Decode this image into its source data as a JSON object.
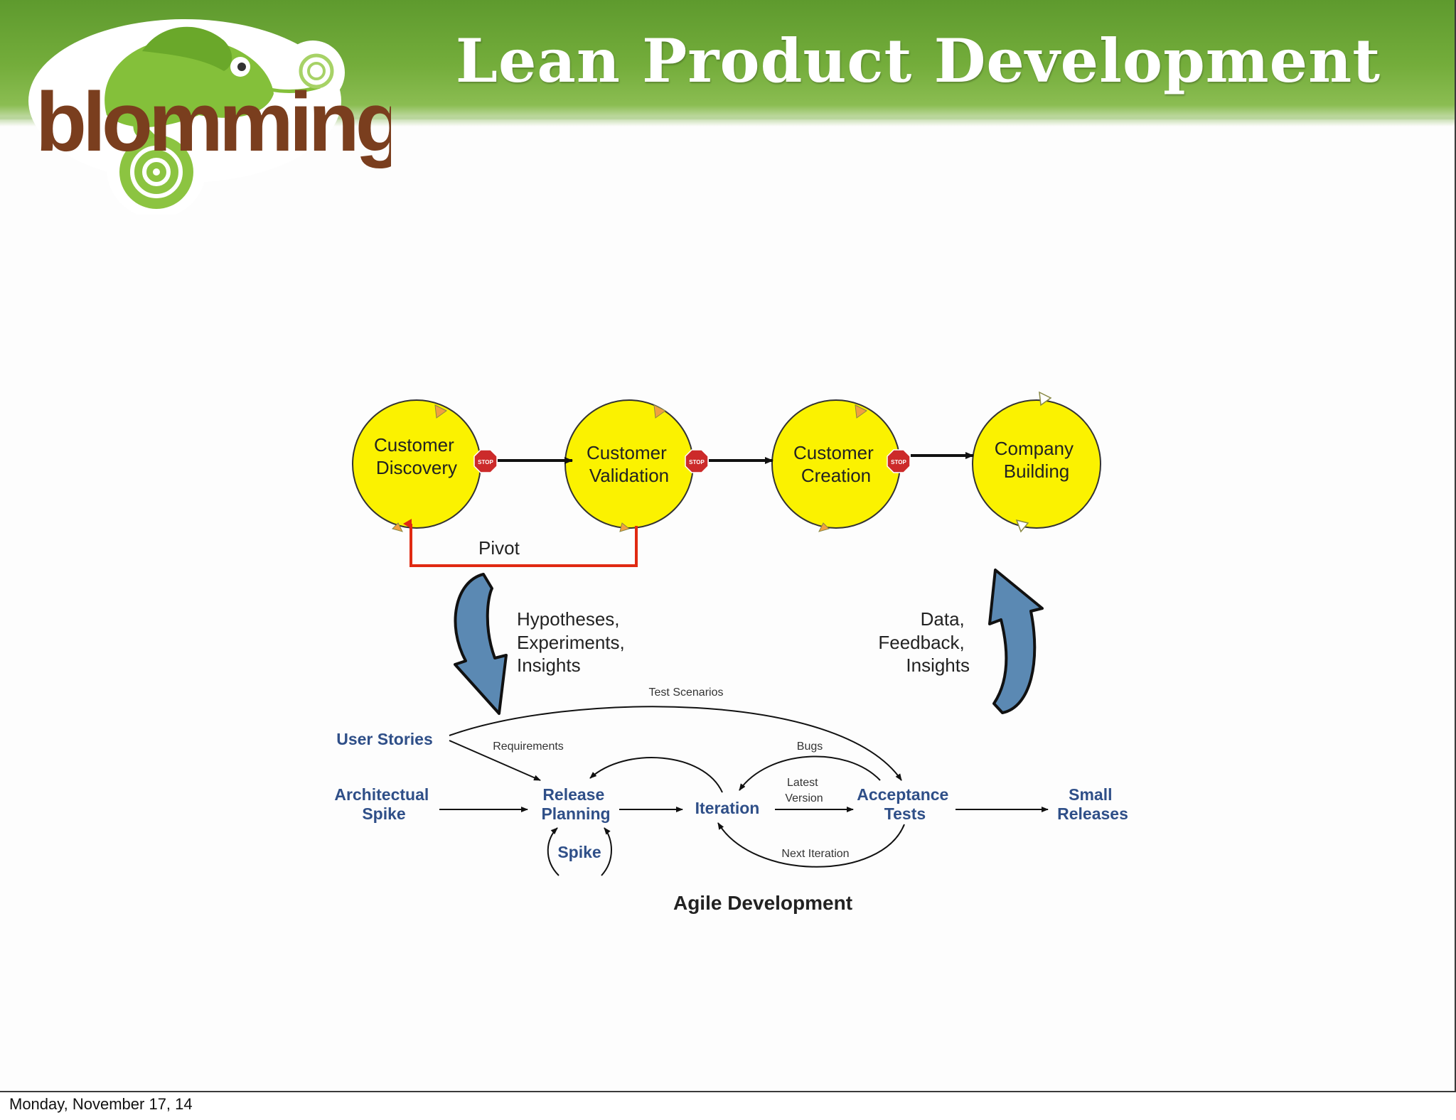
{
  "slide": {
    "title": "Lean Product Development",
    "logo_text": "blomming",
    "footer_date": "Monday, November 17, 14"
  },
  "customer_dev": {
    "stages": [
      {
        "line1": "Customer",
        "line2": "Discovery"
      },
      {
        "line1": "Customer",
        "line2": "Validation"
      },
      {
        "line1": "Customer",
        "line2": "Creation"
      },
      {
        "line1": "Company",
        "line2": "Building"
      }
    ],
    "stop_sign_text": "STOP",
    "pivot_label": "Pivot",
    "down_arrow_text": [
      "Hypotheses,",
      "Experiments,",
      "Insights"
    ],
    "up_arrow_text": [
      "Data,",
      "Feedback,",
      "Insights"
    ]
  },
  "agile": {
    "nodes": {
      "user_stories": "User Stories",
      "arch_spike": [
        "Architectual",
        "Spike"
      ],
      "release_planning": [
        "Release",
        "Planning"
      ],
      "iteration": "Iteration",
      "acceptance_tests": [
        "Acceptance",
        "Tests"
      ],
      "small_releases": [
        "Small",
        "Releases"
      ],
      "spike": "Spike"
    },
    "edges": {
      "test_scenarios": "Test Scenarios",
      "requirements": "Requirements",
      "bugs": "Bugs",
      "latest_version": [
        "Latest",
        "Version"
      ],
      "next_iteration": "Next Iteration"
    },
    "caption": "Agile Development"
  },
  "colors": {
    "banner_green": "#6ea636",
    "stage_fill": "#fbf200",
    "stop_red": "#cc2a2a",
    "pivot_red": "#e02a12",
    "big_arrow_blue": "#5b89b3",
    "agile_label_blue": "#2f4f88"
  }
}
